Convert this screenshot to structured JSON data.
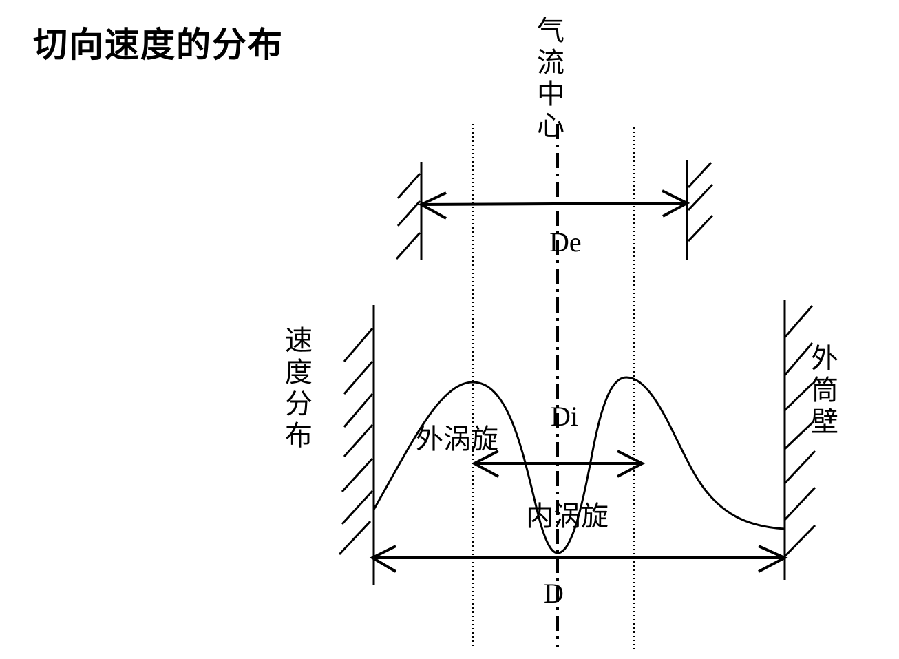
{
  "title": "切向速度的分布",
  "labels": {
    "center_line": [
      "气",
      "流",
      "中",
      "心"
    ],
    "velocity_dist": [
      "速",
      "度",
      "分",
      "布"
    ],
    "outer_wall": [
      "外",
      "筒",
      "壁"
    ],
    "outer_vortex": "外涡旋",
    "inner_vortex": "内涡旋",
    "de": "De",
    "di": "Di",
    "d": "D"
  },
  "colors": {
    "line": "#000000",
    "background": "#ffffff"
  }
}
